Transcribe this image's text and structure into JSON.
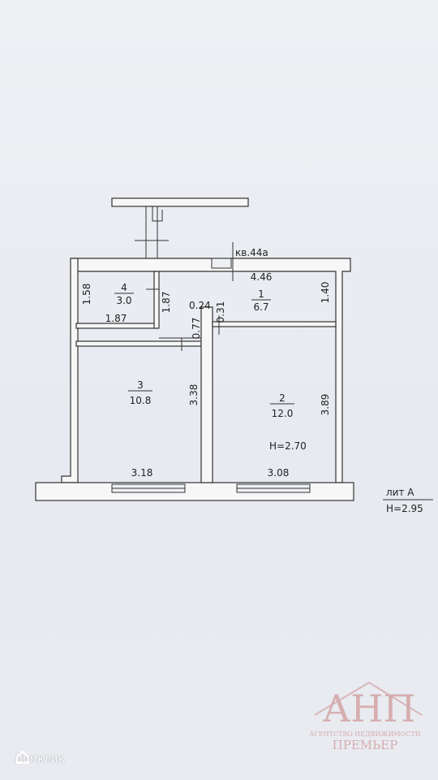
{
  "apartment": {
    "label": "кв.44а"
  },
  "rooms": [
    {
      "num": "1",
      "area": "6.7"
    },
    {
      "num": "2",
      "area": "12.0"
    },
    {
      "num": "3",
      "area": "10.8"
    },
    {
      "num": "4",
      "area": "3.0"
    }
  ],
  "dimensions": {
    "d446": "4.46",
    "d140": "1.40",
    "d158": "1.58",
    "d187v": "1.87",
    "d187h": "1.87",
    "d024": "0.24",
    "d031": "0.31",
    "d077": "0.77",
    "d338": "3.38",
    "d389": "3.89",
    "d318": "3.18",
    "d308": "3.08"
  },
  "room_height": "H=2.70",
  "legend": {
    "lit": "лит А",
    "height": "H=2.95"
  },
  "stamp": {
    "logo": "АНП",
    "line1": "АГЕНТСТВО НЕДВИЖИМОСТИ",
    "line2": "ПРЕМЬЕР"
  },
  "watermark": {
    "text": "Домклик"
  }
}
